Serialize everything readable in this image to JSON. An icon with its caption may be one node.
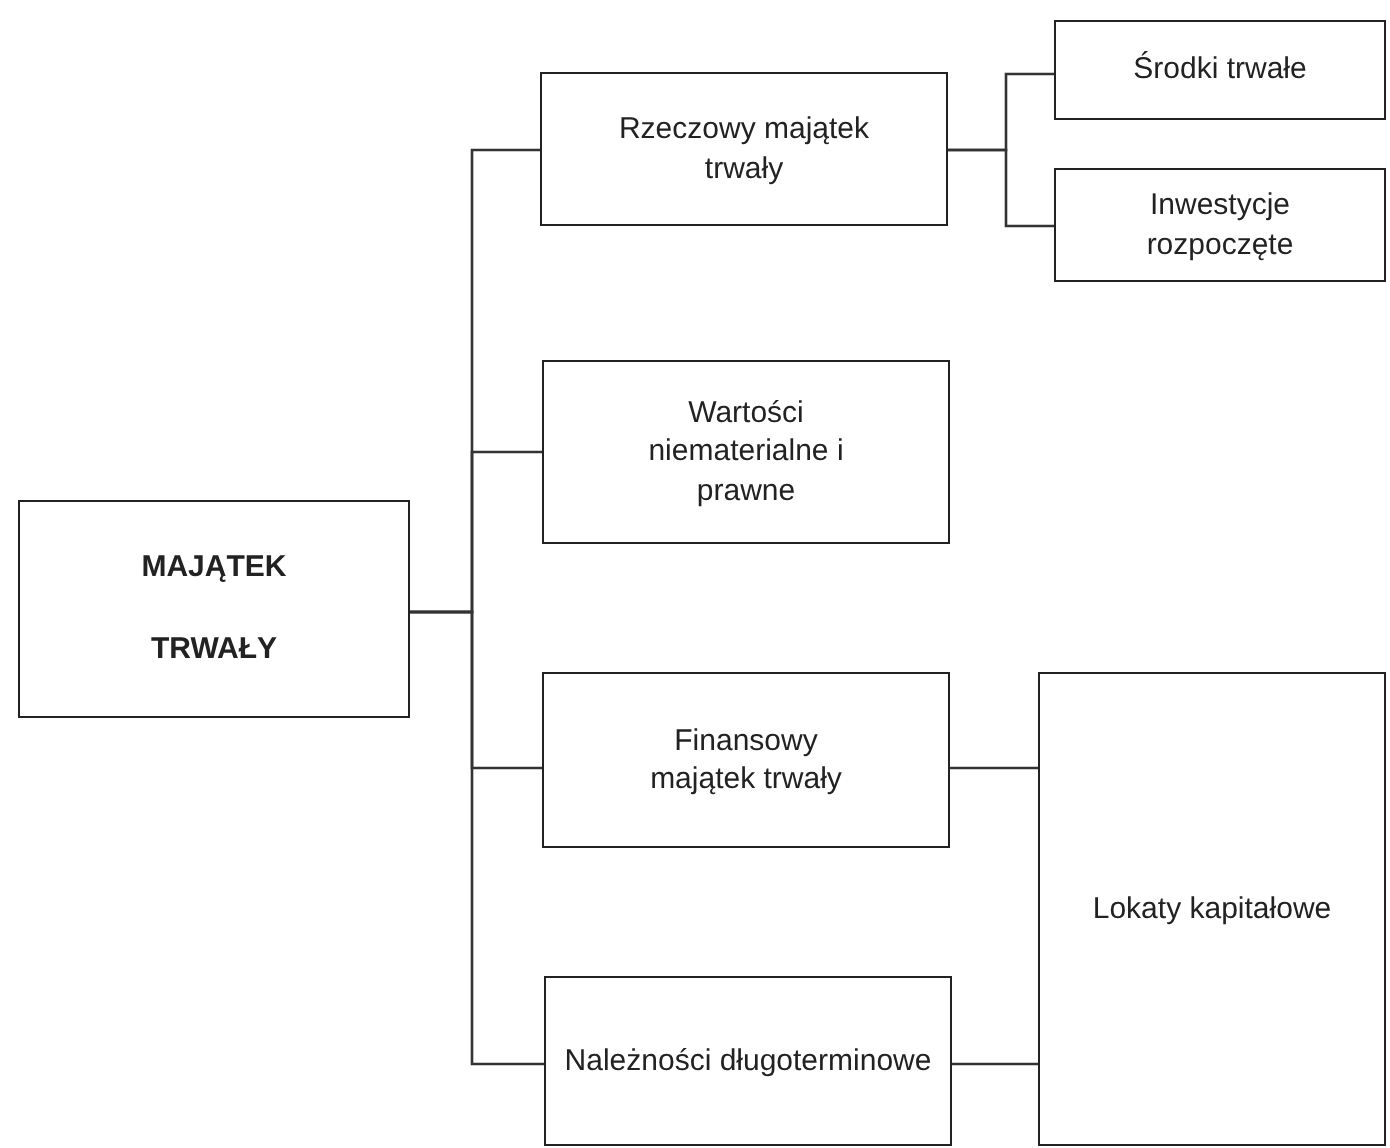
{
  "diagram": {
    "nodes": [
      {
        "text": [
          "MAJĄTEK TRWAŁY"
        ]
      },
      {
        "text": [
          "Rzeczowy majątek trwały"
        ]
      },
      {
        "text": [
          "Środki trwałe"
        ]
      },
      {
        "text": [
          "Inwestycje rozpoczęte"
        ]
      },
      {
        "text": [
          "Wartości niematerialne i prawne"
        ]
      },
      {
        "text": [
          "Finansowy majątek trwały"
        ]
      },
      {
        "text": [
          "Lokaty kapitałowe"
        ]
      },
      {
        "text": [
          "Należności długoterminowe"
        ]
      }
    ],
    "edges": [
      {
        "from": 0,
        "to": 1,
        "arrow": "none"
      },
      {
        "from": 0,
        "to": 4,
        "arrow": "none"
      },
      {
        "from": 0,
        "to": 5,
        "arrow": "none"
      },
      {
        "from": 0,
        "to": 7,
        "arrow": "none"
      },
      {
        "from": 1,
        "to": 2,
        "arrow": "none"
      },
      {
        "from": 1,
        "to": 3,
        "arrow": "none"
      },
      {
        "from": 5,
        "to": 6,
        "arrow": "none"
      },
      {
        "from": 7,
        "to": 6,
        "arrow": "none"
      }
    ]
  }
}
